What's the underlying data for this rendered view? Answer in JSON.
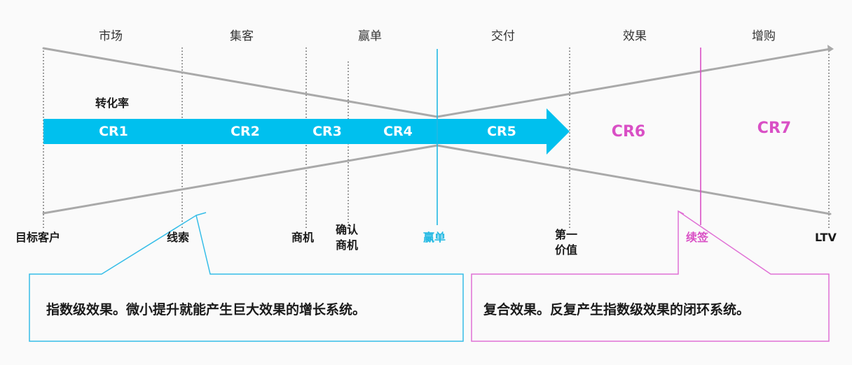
{
  "stages": [
    "市场",
    "集客",
    "赢单",
    "交付",
    "效果",
    "增购"
  ],
  "arrow_title": "转化率",
  "conversion_rates": [
    "CR1",
    "CR2",
    "CR3",
    "CR4",
    "CR5"
  ],
  "post_rates": [
    "CR6",
    "CR7"
  ],
  "milestones": [
    "目标客户",
    "线索",
    "商机",
    "确认\n商机",
    "赢单",
    "第一\n价值",
    "续签",
    "LTV"
  ],
  "callouts": {
    "left": "指数级效果。微小提升就能产生巨大效果的增长系统。",
    "right": "复合效果。反复产生指数级效果的闭环系统。"
  },
  "colors": {
    "arrow": "#00c0ee",
    "win_line": "#23b9e3",
    "renewal": "#d94fc5",
    "line_gray": "#a9a9a9",
    "left_box": "#35bde8",
    "right_box": "#e070d5"
  },
  "icons": [
    "conversion-arrow-icon"
  ]
}
